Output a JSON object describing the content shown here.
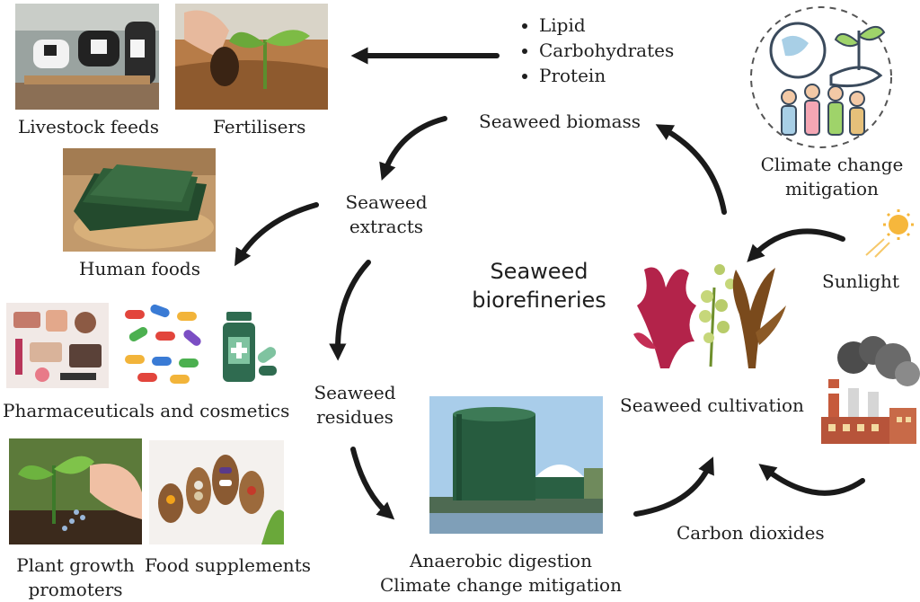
{
  "center": {
    "line1": "Seaweed",
    "line2": "biorefineries"
  },
  "nodes": {
    "biomass": "Seaweed biomass",
    "extracts": [
      "Seaweed",
      "extracts"
    ],
    "residues": [
      "Seaweed",
      "residues"
    ],
    "cultivation": "Seaweed cultivation",
    "digestion": [
      "Anaerobic digestion",
      "Climate change mitigation"
    ],
    "carbon": "Carbon dioxides",
    "sunlight": "Sunlight",
    "climate": [
      "Climate change",
      "mitigation"
    ]
  },
  "components": [
    "Lipid",
    "Carbohydrates",
    "Protein"
  ],
  "products": {
    "livestock": "Livestock feeds",
    "fertilisers": "Fertilisers",
    "human_foods": "Human foods",
    "pharma": "Pharmaceuticals and cosmetics",
    "plant_growth": [
      "Plant growth",
      "promoters"
    ],
    "supplements": "Food supplements"
  }
}
